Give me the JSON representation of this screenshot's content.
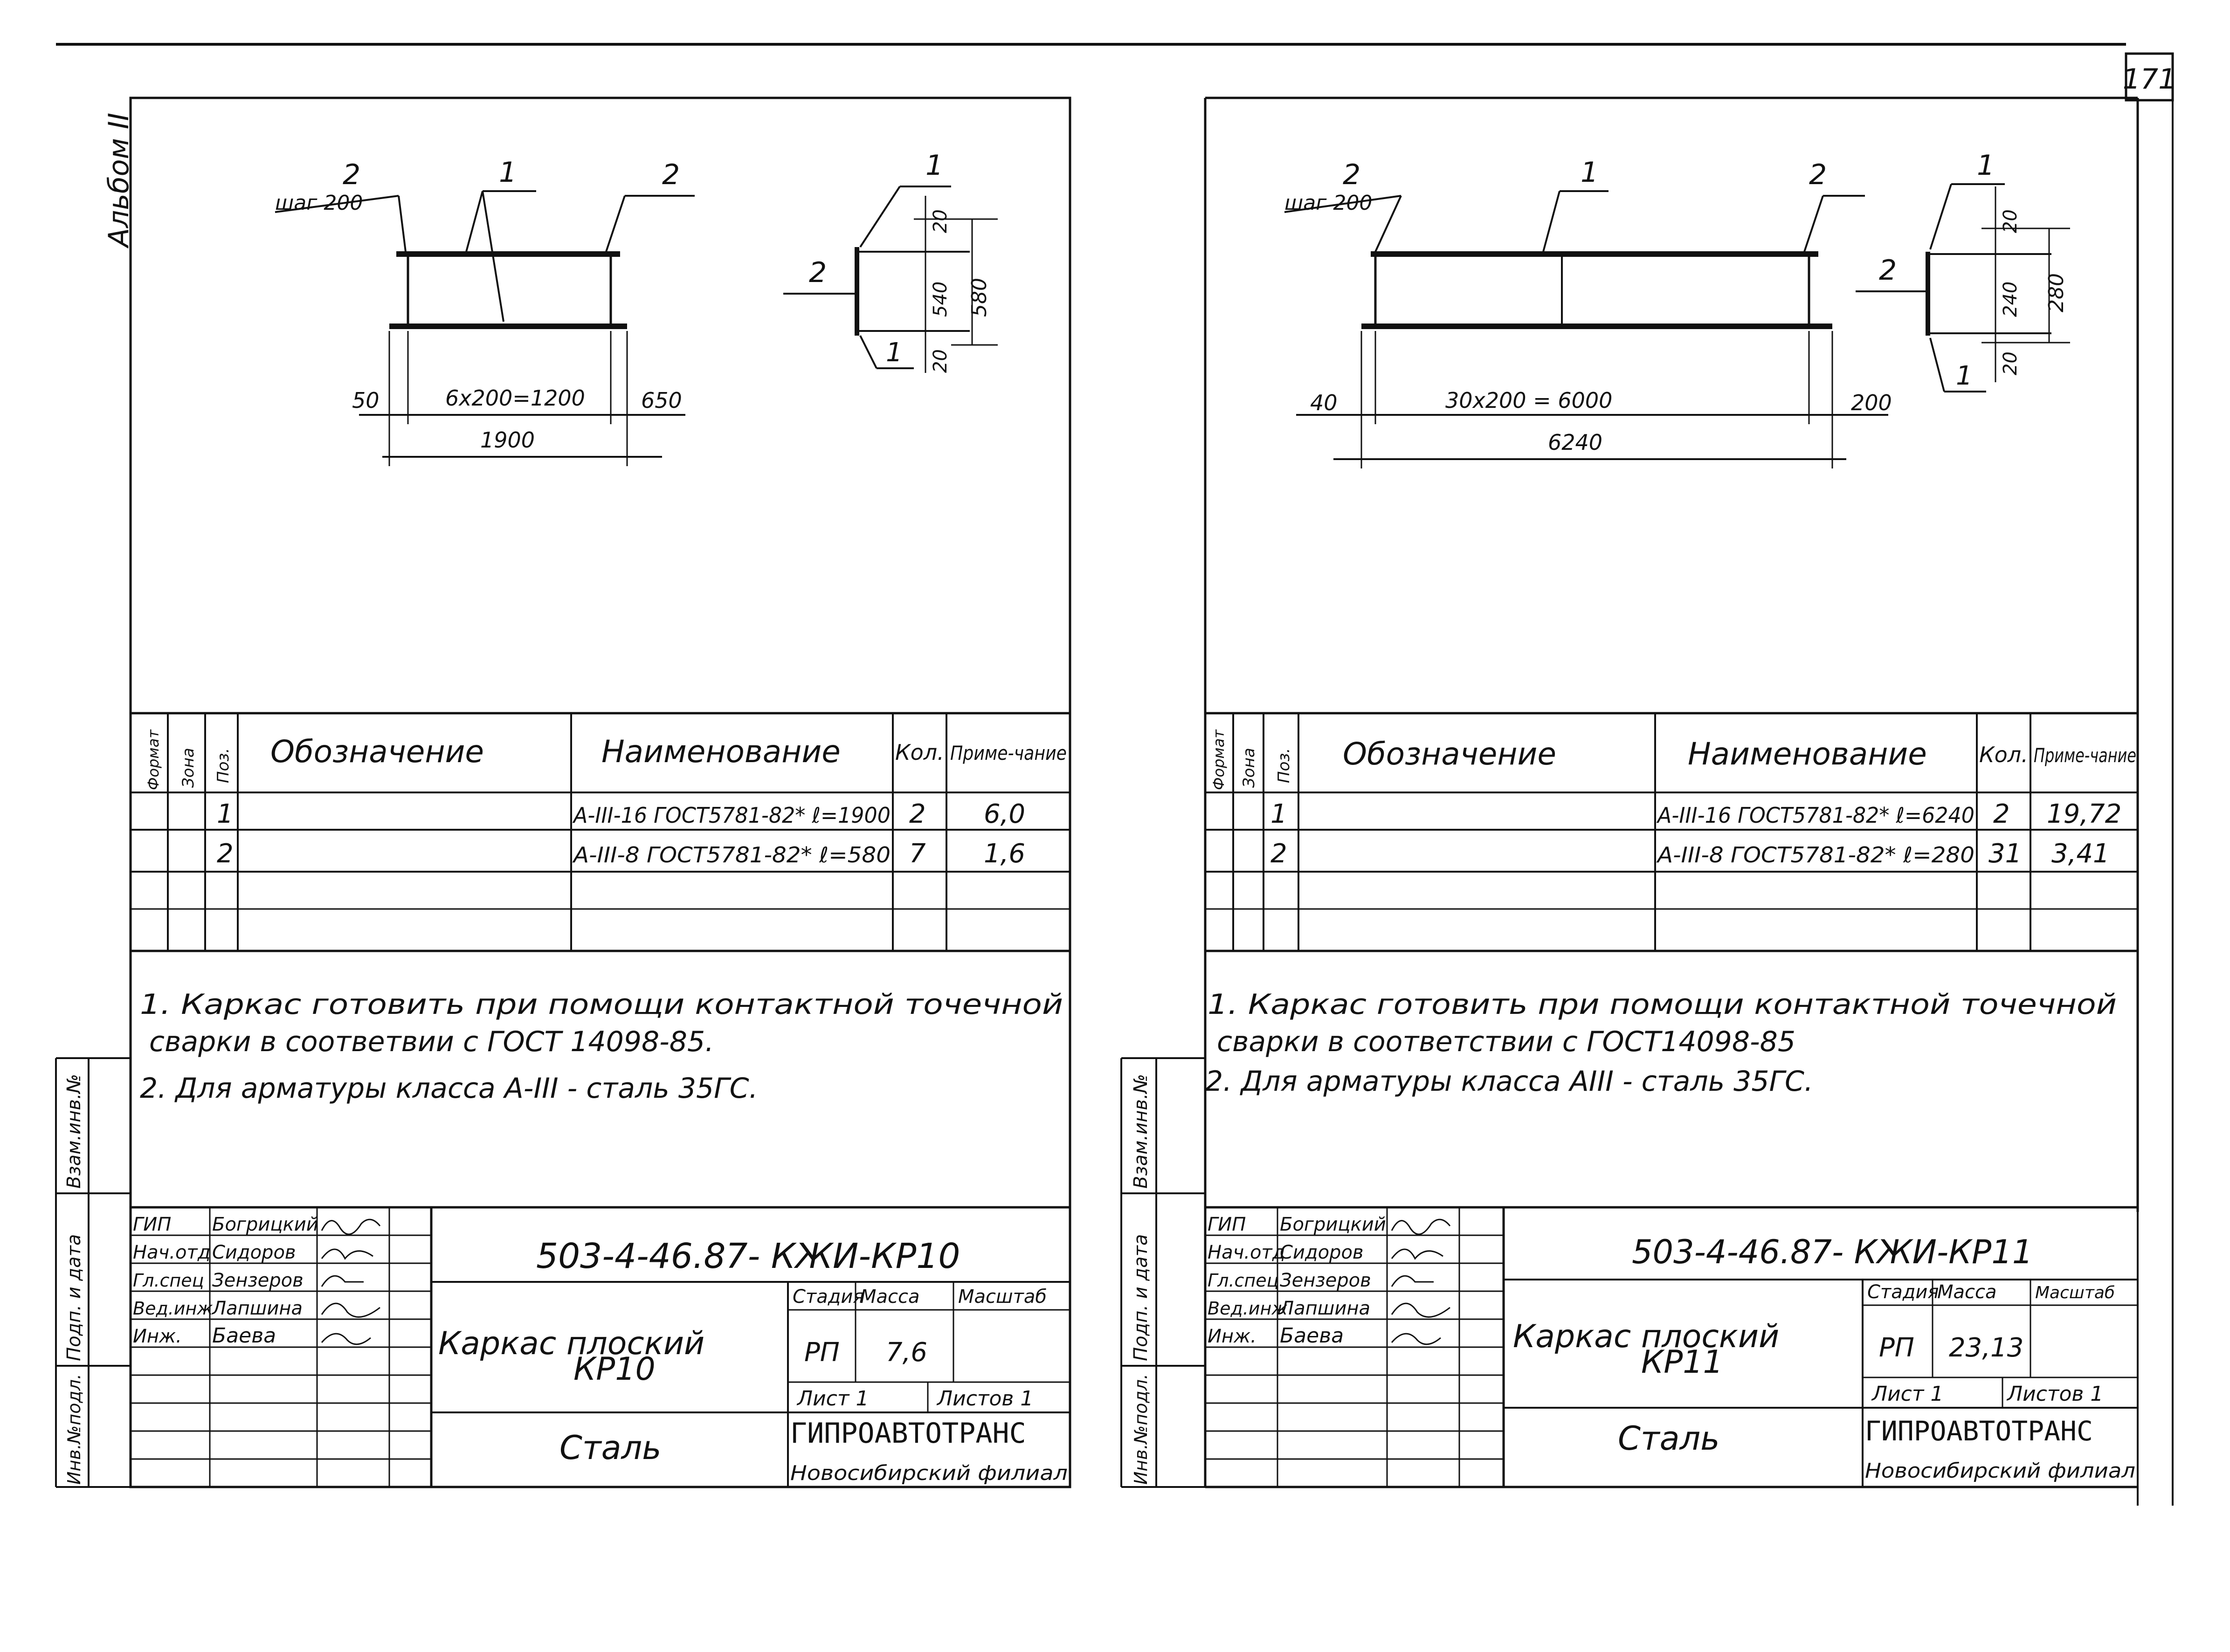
{
  "album_label": "Альбом II",
  "page_number": "171",
  "side_stamp": {
    "vzam_inv": "Взам.инв.№",
    "podp_data": "Подп. и дата",
    "inv_podl": "Инв.№подл."
  },
  "spec_headers": {
    "format": "Формат",
    "zona": "Зона",
    "poz": "Поз.",
    "oboznachenie": "Обозначение",
    "naimenovanie": "Наименование",
    "kol": "Кол.",
    "primechanie": "Приме-чание"
  },
  "signatures": {
    "roles": [
      "ГИП",
      "Нач.отд",
      "Гл.спец",
      "Вед.инж",
      "Инж."
    ],
    "names": [
      "Богрицкий",
      "Сидоров",
      "Зензеров",
      "Лапшина",
      "Баева"
    ]
  },
  "stamp_headers": {
    "stadia": "Стадия",
    "massa": "Масса",
    "masshtab": "Масштаб",
    "list": "Лист 1",
    "listov": "Листов 1",
    "stadia_value": "РП"
  },
  "sheets": [
    {
      "drawing": {
        "pos_left": "2",
        "step": "шаг 200",
        "pos_top": "1",
        "pos_right": "2",
        "dim_left": "50",
        "dim_mid": "6x200=1200",
        "dim_right": "650",
        "dim_total": "1900",
        "sec_pos_top": "1",
        "sec_pos_left": "2",
        "sec_pos_bottom": "1",
        "sec_dim_top": "20",
        "sec_dim_mid": "540",
        "sec_dim_bottom": "20",
        "sec_dim_total": "580"
      },
      "rows": [
        {
          "poz": "1",
          "naim": "А-III-16 ГОСТ5781-82* ℓ=1900",
          "kol": "2",
          "prim": "6,0"
        },
        {
          "poz": "2",
          "naim": "А-III-8 ГОСТ5781-82* ℓ=580",
          "kol": "7",
          "prim": "1,6"
        }
      ],
      "notes": [
        "1. Каркас  готовить при помощи контактной точечной",
        "сварки в соответвии с ГОСТ 14098-85.",
        "2. Для арматуры класса А-III - сталь 35ГС."
      ],
      "code": "503-4-46.87- КЖИ-КР10",
      "title1": "Каркас плоский",
      "title2": "КР10",
      "mass": "7,6",
      "material": "Сталь",
      "org1": "ГИПРОАВТОТРАНС",
      "org2": "Новосибирский филиал"
    },
    {
      "drawing": {
        "pos_left": "2",
        "step": "шаг 200",
        "pos_top": "1",
        "pos_right": "2",
        "dim_left": "40",
        "dim_mid": "30x200 = 6000",
        "dim_right": "200",
        "dim_total": "6240",
        "sec_pos_top": "1",
        "sec_pos_left": "2",
        "sec_pos_bottom": "1",
        "sec_dim_top": "20",
        "sec_dim_mid": "240",
        "sec_dim_bottom": "20",
        "sec_dim_total": "280"
      },
      "rows": [
        {
          "poz": "1",
          "naim": "А-III-16 ГОСТ5781-82* ℓ=6240",
          "kol": "2",
          "prim": "19,72"
        },
        {
          "poz": "2",
          "naim": "А-III-8 ГОСТ5781-82* ℓ=280",
          "kol": "31",
          "prim": "3,41"
        }
      ],
      "notes": [
        "1. Каркас готовить при помощи контактной точечной",
        "сварки в соответствии с ГОСТ14098-85",
        "2. Для арматуры класса АIII - сталь 35ГС."
      ],
      "code": "503-4-46.87- КЖИ-КР11",
      "title1": "Каркас плоский",
      "title2": "КР11",
      "mass": "23,13",
      "material": "Сталь",
      "org1": "ГИПРОАВТОТРАНС",
      "org2": "Новосибирский филиал"
    }
  ]
}
